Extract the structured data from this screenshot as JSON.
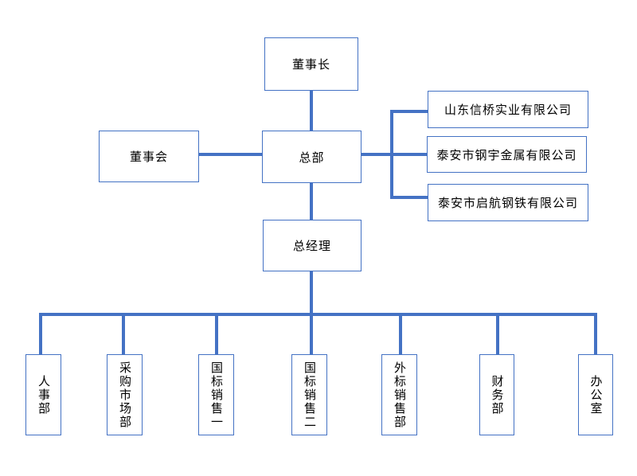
{
  "diagram": {
    "type": "org-chart",
    "colors": {
      "connector": "#4472C4",
      "box_border": "#4472C4",
      "box_background": "#FFFFFF",
      "text": "#000000",
      "canvas_background": "#FFFFFF"
    },
    "nodes": {
      "chairman": "董事长",
      "board": "董事会",
      "hq": "总部",
      "gm": "总经理",
      "company1": "山东信桥实业有限公司",
      "company2": "泰安市钢宇金属有限公司",
      "company3": "泰安市启航钢铁有限公司",
      "dept1": "人事部",
      "dept2": "采购市场部",
      "dept3": "国标销售一",
      "dept4": "国标销售二",
      "dept5": "外标销售部",
      "dept6": "财务部",
      "dept7": "办公室"
    },
    "edges": [
      [
        "chairman",
        "hq"
      ],
      [
        "board",
        "hq"
      ],
      [
        "hq",
        "company1"
      ],
      [
        "hq",
        "company2"
      ],
      [
        "hq",
        "company3"
      ],
      [
        "hq",
        "gm"
      ],
      [
        "gm",
        "dept1"
      ],
      [
        "gm",
        "dept2"
      ],
      [
        "gm",
        "dept3"
      ],
      [
        "gm",
        "dept4"
      ],
      [
        "gm",
        "dept5"
      ],
      [
        "gm",
        "dept6"
      ],
      [
        "gm",
        "dept7"
      ]
    ]
  }
}
